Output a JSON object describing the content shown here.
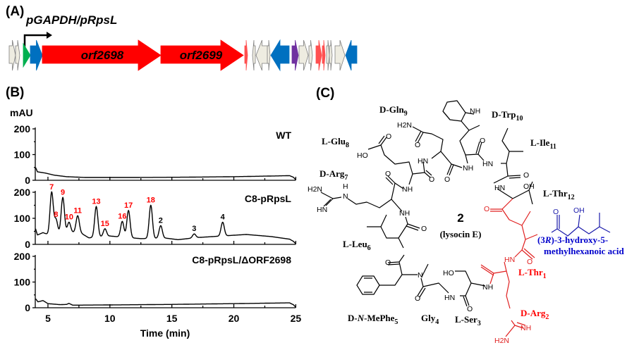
{
  "panels": {
    "a": "(A)",
    "b": "(B)",
    "c": "(C)"
  },
  "gene_cluster": {
    "promoter_label": "pGAPDH/pRpsL",
    "gene_labels": [
      "orf2698",
      "orf2699"
    ],
    "colors": {
      "core": "#ff0000",
      "regulator": "#0070c0",
      "other": "#eeece1",
      "promoter": "#00b050",
      "purple": "#7030a0",
      "small_red": "#ff5050"
    }
  },
  "chart_data": {
    "type": "line",
    "xlabel": "Time (min)",
    "ylabel": "mAU",
    "xlim": [
      4,
      25
    ],
    "ylim": [
      0,
      200
    ],
    "xticks": [
      "5",
      "10",
      "15",
      "20",
      "25"
    ],
    "yticks": [
      "200",
      "100",
      "0"
    ],
    "grid": false,
    "traces": [
      {
        "name": "WT",
        "baseline": [
          [
            4,
            50
          ],
          [
            4.15,
            33
          ],
          [
            4.8,
            28
          ],
          [
            5.5,
            20
          ],
          [
            6.5,
            14
          ],
          [
            8,
            11
          ],
          [
            12,
            11
          ],
          [
            16,
            12
          ],
          [
            20,
            14
          ],
          [
            23.5,
            17
          ],
          [
            24.5,
            18
          ],
          [
            24.8,
            12
          ],
          [
            25,
            2
          ]
        ],
        "peaks": []
      },
      {
        "name": "C8-pRpsL",
        "baseline": [
          [
            4,
            60
          ],
          [
            4.15,
            36
          ],
          [
            4.6,
            45
          ],
          [
            5,
            38
          ],
          [
            7.5,
            48
          ],
          [
            8.3,
            25
          ],
          [
            10,
            32
          ],
          [
            12.5,
            22
          ],
          [
            14.5,
            24
          ],
          [
            15.5,
            18
          ],
          [
            17,
            26
          ],
          [
            19,
            32
          ],
          [
            21,
            38
          ],
          [
            23,
            30
          ],
          [
            24.5,
            20
          ],
          [
            24.8,
            12
          ],
          [
            25,
            2
          ]
        ],
        "peaks": [
          {
            "label": "7",
            "t": 5.3,
            "height": 200,
            "color": "#ff0000"
          },
          {
            "label": "8",
            "t": 5.65,
            "height": 95,
            "color": "#ff0000"
          },
          {
            "label": "9",
            "t": 6.2,
            "height": 180,
            "color": "#ff0000"
          },
          {
            "label": "10",
            "t": 6.7,
            "height": 85,
            "color": "#ff0000"
          },
          {
            "label": "11",
            "t": 7.4,
            "height": 110,
            "color": "#ff0000"
          },
          {
            "label": "13",
            "t": 8.9,
            "height": 145,
            "color": "#ff0000"
          },
          {
            "label": "15",
            "t": 9.6,
            "height": 60,
            "color": "#ff0000"
          },
          {
            "label": "16",
            "t": 11.0,
            "height": 88,
            "color": "#ff0000"
          },
          {
            "label": "17",
            "t": 11.5,
            "height": 130,
            "color": "#ff0000"
          },
          {
            "label": "18",
            "t": 13.3,
            "height": 150,
            "color": "#ff0000"
          },
          {
            "label": "2",
            "t": 14.1,
            "height": 72,
            "color": "#000000"
          },
          {
            "label": "3",
            "t": 16.8,
            "height": 40,
            "color": "#000000"
          },
          {
            "label": "4",
            "t": 19.1,
            "height": 85,
            "color": "#000000"
          }
        ]
      },
      {
        "name": "C8-pRpsL/ΔORF2698",
        "baseline": [
          [
            4,
            35
          ],
          [
            4.2,
            23
          ],
          [
            4.6,
            28
          ],
          [
            5,
            16
          ],
          [
            6,
            12
          ],
          [
            6.5,
            13
          ],
          [
            6.7,
            17
          ],
          [
            7,
            10
          ],
          [
            10,
            11
          ],
          [
            15,
            13
          ],
          [
            20,
            16
          ],
          [
            24.5,
            19
          ],
          [
            24.8,
            12
          ],
          [
            25,
            2
          ]
        ],
        "peaks": []
      }
    ]
  },
  "structure": {
    "compound_number": "2",
    "compound_name": "(lysocin E)",
    "residues": [
      {
        "name": "D-Gln",
        "sub": "9",
        "color": "#000000"
      },
      {
        "name": "D-Trp",
        "sub": "10",
        "color": "#000000"
      },
      {
        "name": "L-Glu",
        "sub": "8",
        "color": "#000000"
      },
      {
        "name": "L-Ile",
        "sub": "11",
        "color": "#000000"
      },
      {
        "name": "D-Arg",
        "sub": "7",
        "color": "#000000"
      },
      {
        "name": "L-Thr",
        "sub": "12",
        "color": "#000000"
      },
      {
        "name": "L-Leu",
        "sub": "6",
        "color": "#000000"
      },
      {
        "name": "L-Thr",
        "sub": "1",
        "color": "#ff0000"
      },
      {
        "name": "D-Arg",
        "sub": "2",
        "color": "#ff0000"
      },
      {
        "pre": "D-",
        "name": "N",
        "post": "-MePhe",
        "sub": "5",
        "color": "#000000"
      },
      {
        "name": "Gly",
        "sub": "4",
        "color": "#000000"
      },
      {
        "name": "L-Ser",
        "sub": "3",
        "color": "#000000"
      }
    ],
    "lipid_label": {
      "line1_pre": "(3",
      "line1_it": "R",
      "line1_post": ")-3-hydroxy-5-",
      "line2": "methylhexanoic acid",
      "color": "#0000cc"
    },
    "atoms": [
      "NH",
      "H2N",
      "HO",
      "HN",
      "NH",
      "HN",
      "O",
      "O",
      "O",
      "O",
      "O",
      "O",
      "OH",
      "H",
      "N",
      "HN",
      "H2N",
      "NH",
      "NH",
      "HN",
      "O",
      "O",
      "O",
      "N",
      "HO",
      "HN",
      "NH",
      "O",
      "O",
      "O",
      "O",
      "HN",
      "NH",
      "H2N",
      "O",
      "OH"
    ]
  }
}
